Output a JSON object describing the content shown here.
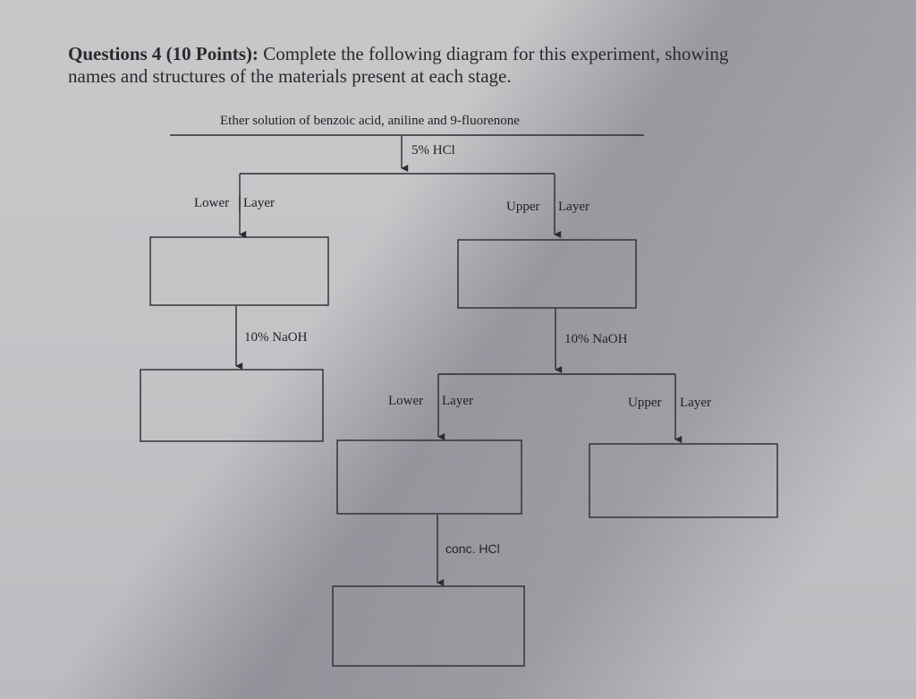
{
  "question": {
    "heading": "Questions 4 (10 Points):",
    "line1": "Complete the following diagram for this experiment, showing",
    "line2": "names and structures of the materials present at each stage."
  },
  "diagram": {
    "start_label": "Ether solution of benzoic acid, aniline and 9-fluorenone",
    "step1_reagent": "5% HCl",
    "left_branch": {
      "lower": "Lower",
      "layer": "Layer",
      "reagent": "10% NaOH"
    },
    "right_branch": {
      "upper": "Upper",
      "layer": "Layer",
      "reagent": "10% NaOH"
    },
    "right_sub": {
      "lower": "Lower",
      "lower_layer": "Layer",
      "upper": "Upper",
      "upper_layer": "Layer",
      "final_reagent": "conc. HCl"
    }
  }
}
